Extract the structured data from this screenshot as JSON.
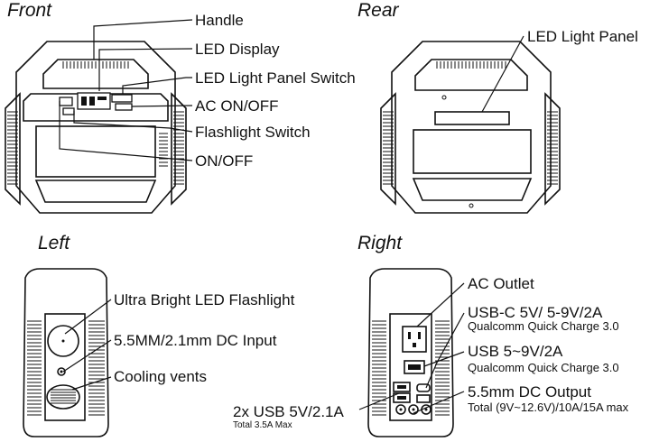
{
  "views": {
    "front": "Front",
    "rear": "Rear",
    "left": "Left",
    "right": "Right"
  },
  "front_labels": {
    "handle": "Handle",
    "led_display": "LED Display",
    "led_light_panel_switch": "LED Light Panel Switch",
    "ac_on_off": "AC ON/OFF",
    "flashlight_switch": "Flashlight Switch",
    "on_off": "ON/OFF"
  },
  "rear_labels": {
    "led_light_panel": "LED Light Panel"
  },
  "left_labels": {
    "flashlight": "Ultra Bright LED Flashlight",
    "dc_input": "5.5MM/2.1mm DC Input",
    "cooling_vents": "Cooling vents"
  },
  "right_labels": {
    "ac_outlet": "AC Outlet",
    "usb_c": "USB-C 5V/ 5-9V/2A",
    "usb_c_sub": "Qualcomm Quick Charge 3.0",
    "usb_qc": "USB 5~9V/2A",
    "usb_qc_sub": "Qualcomm Quick Charge 3.0",
    "dc_output": "5.5mm DC Output",
    "dc_output_sub": "Total (9V~12.6V)/10A/15A max",
    "usb_2x": "2x USB 5V/2.1A",
    "usb_2x_sub": "Total 3.5A Max"
  }
}
